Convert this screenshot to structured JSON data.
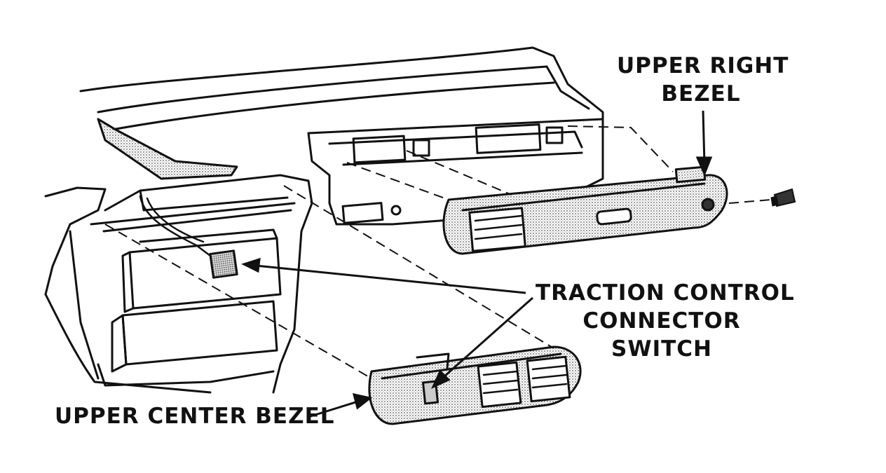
{
  "labels": {
    "upper_right_bezel": [
      "UPPER RIGHT",
      "BEZEL"
    ],
    "traction_control": [
      "TRACTION CONTROL",
      "CONNECTOR",
      "SWITCH"
    ],
    "upper_center_bezel": "UPPER CENTER BEZEL"
  },
  "colors": {
    "ink": "#111111",
    "paper": "#ffffff",
    "shade": "#bdbdbd"
  }
}
